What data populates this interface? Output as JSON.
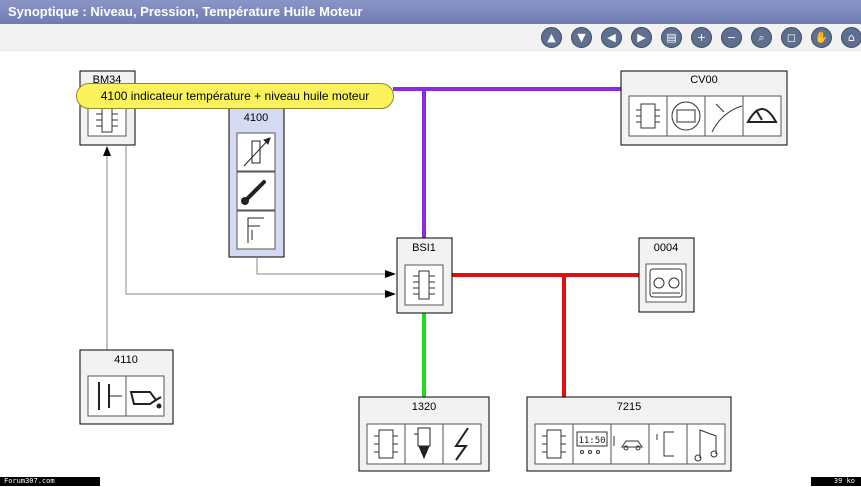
{
  "window": {
    "title": "Synoptique  : Niveau, Pression, Température Huile Moteur"
  },
  "toolbar": {
    "buttons": [
      {
        "name": "up-arrow-icon",
        "glyph": "▲"
      },
      {
        "name": "down-arrow-icon",
        "glyph": "▼"
      },
      {
        "name": "left-arrow-icon",
        "glyph": "◀"
      },
      {
        "name": "right-arrow-icon",
        "glyph": "▶"
      },
      {
        "name": "print-icon",
        "glyph": "▤"
      },
      {
        "name": "zoom-in-icon",
        "glyph": "+"
      },
      {
        "name": "zoom-out-icon",
        "glyph": "−"
      },
      {
        "name": "magnifier-icon",
        "glyph": "⌕"
      },
      {
        "name": "fit-to-screen-icon",
        "glyph": "◻"
      },
      {
        "name": "hand-pan-icon",
        "glyph": "✋"
      },
      {
        "name": "home-icon",
        "glyph": "⌂"
      }
    ]
  },
  "diagram": {
    "boxes": {
      "bm34": "BM34",
      "cv00": "CV00",
      "c4100": "4100",
      "bsi1": "BSI1",
      "c0004": "0004",
      "c4110": "4110",
      "c1320": "1320",
      "c7215": "7215"
    },
    "tooltip": "4100 indicateur température + niveau huile moteur",
    "colors": {
      "bus_purple": "#8a2be2",
      "bus_red": "#e01010",
      "bus_green": "#22dd22",
      "wire_gray": "#888888",
      "highlight_box": "#d6d9f2"
    }
  },
  "footer": {
    "left": "Forum307.com",
    "right": "39 ko"
  }
}
